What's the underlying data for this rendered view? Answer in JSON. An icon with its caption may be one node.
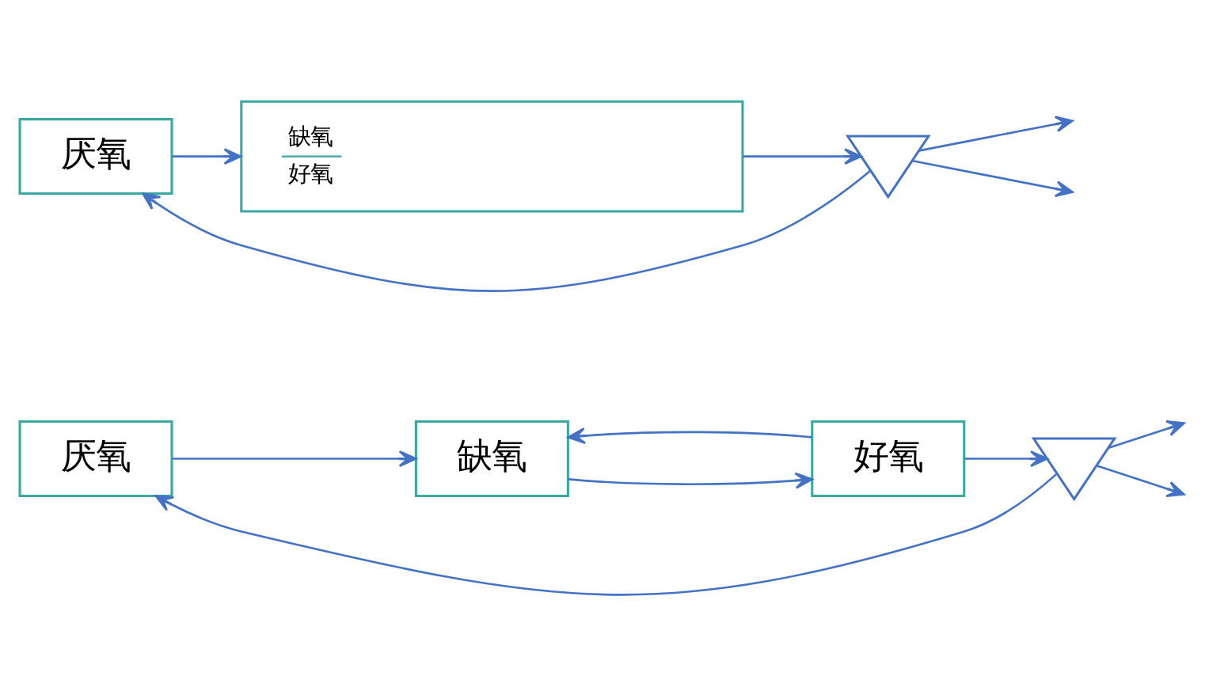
{
  "diagram": {
    "nodes": [
      {
        "text": [
          "厌氧"
        ]
      },
      {
        "text": [
          "缺氧"
        ]
      },
      {
        "text": [
          "好氧"
        ]
      },
      {
        "text": [],
        "shape": "triangle"
      },
      {
        "text": [
          "厌氧"
        ]
      },
      {
        "text": [
          "缺氧",
          "好氧"
        ]
      },
      {
        "text": [],
        "shape": "triangle"
      }
    ],
    "edges": [
      {
        "from": 0,
        "to": 1,
        "arrow": "to"
      },
      {
        "from": 1,
        "to": 2,
        "arrow": "to"
      },
      {
        "from": 2,
        "to": 1,
        "arrow": "to"
      },
      {
        "from": 2,
        "to": 3,
        "arrow": "to"
      },
      {
        "from": 3,
        "to": null,
        "arrow": "to"
      },
      {
        "from": 3,
        "to": null,
        "arrow": "to"
      },
      {
        "from": 3,
        "to": 0,
        "arrow": "to"
      },
      {
        "from": 4,
        "to": 5,
        "arrow": "to"
      },
      {
        "from": 5,
        "to": 6,
        "arrow": "to"
      },
      {
        "from": 6,
        "to": null,
        "arrow": "to"
      },
      {
        "from": 6,
        "to": null,
        "arrow": "to"
      },
      {
        "from": 6,
        "to": 4,
        "arrow": "to"
      }
    ]
  }
}
